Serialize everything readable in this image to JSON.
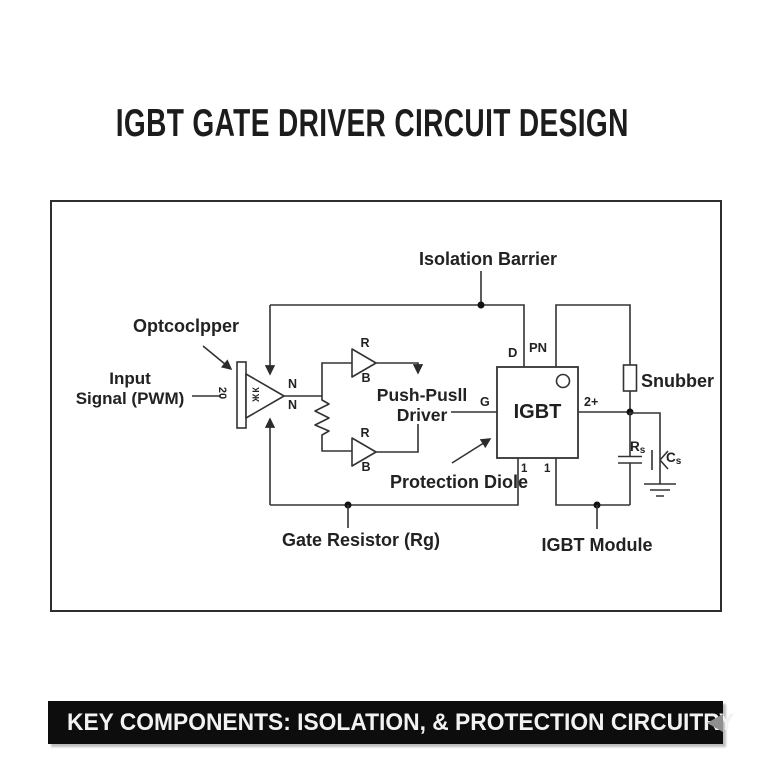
{
  "title": "IGBT GATE DRIVER CIRCUIT DESIGN",
  "banner": {
    "text": "KEY COMPONENTS: ISOLATION, & PROTECTION CIRCUITRY"
  },
  "colors": {
    "paper": "#ffffff",
    "ink": "#1f1f1f",
    "wire": "#333333",
    "banner_bg": "#0d0d0d",
    "banner_text": "#f2f2f2",
    "banner_arrow": "#8f8f8f"
  },
  "labels": {
    "isolation_barrier": "Isolation Barrier",
    "optocoupler": "Optcoclpper",
    "input_signal_line1": "Input",
    "input_signal_line2": "Signal (PWM)",
    "push_pull_line1": "Push-Pusll",
    "push_pull_line2": "Driver",
    "protection_diode": "Protection Diole",
    "gate_resistor": "Gate Resistor (Rg)",
    "igbt_module": "IGBT Module",
    "snubber": "Snubber",
    "igbt": "IGBT"
  },
  "pins": {
    "d": "D",
    "pn": "PN",
    "g": "G",
    "collector_out": "2+",
    "n_top": "N",
    "n_bottom": "N",
    "emitter_left": "1",
    "emitter_right": "1",
    "buf_top_r": "R",
    "buf_top_b": "B",
    "buf_bot_r": "R",
    "buf_bot_b": "B",
    "opto_num": "20",
    "opto_glyph": "ЖК",
    "rs_main": "R",
    "rs_sub": "s",
    "cs_main": "C",
    "cs_sub": "s"
  }
}
